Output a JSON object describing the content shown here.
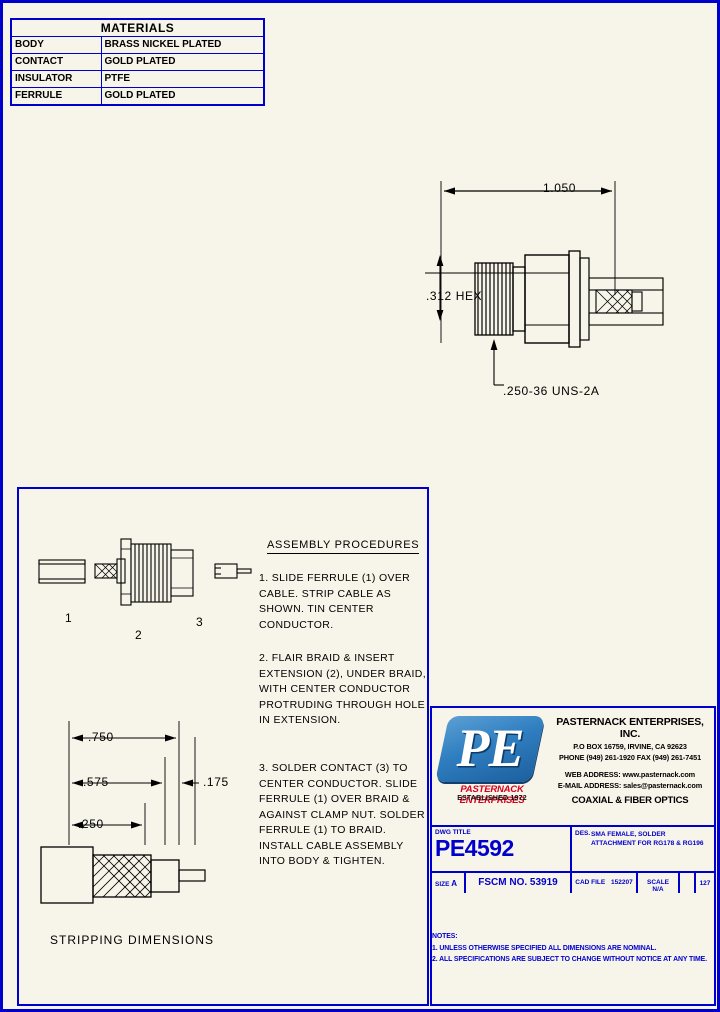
{
  "materials": {
    "title": "MATERIALS",
    "rows": [
      {
        "part": "BODY",
        "finish": "BRASS NICKEL PLATED"
      },
      {
        "part": "CONTACT",
        "finish": "GOLD PLATED"
      },
      {
        "part": "INSULATOR",
        "finish": "PTFE"
      },
      {
        "part": "FERRULE",
        "finish": "GOLD PLATED"
      }
    ]
  },
  "top_view": {
    "overall_length": "1.050",
    "hex_size": ".312 HEX",
    "thread": ".250-36 UNS-2A"
  },
  "exploded_view": {
    "item_1": "1",
    "item_2": "2",
    "item_3": "3"
  },
  "assembly": {
    "heading": "ASSEMBLY PROCEDURES",
    "step1": "1. SLIDE FERRULE (1) OVER CABLE. STRIP CABLE AS SHOWN. TIN CENTER CONDUCTOR.",
    "step2": "2. FLAIR BRAID & INSERT EXTENSION (2), UNDER BRAID, WITH CENTER CONDUCTOR PROTRUDING THROUGH HOLE IN EXTENSION.",
    "step3": "3. SOLDER CONTACT (3) TO CENTER CONDUCTOR. SLIDE FERRULE (1) OVER BRAID & AGAINST CLAMP NUT. SOLDER FERRULE (1) TO BRAID. INSTALL CABLE ASSEMBLY INTO BODY & TIGHTEN."
  },
  "stripping": {
    "caption": "STRIPPING DIMENSIONS",
    "dim_750": ".750",
    "dim_575": ".575",
    "dim_250": ".250",
    "dim_175": ".175"
  },
  "title_block": {
    "company": "PASTERNACK ENTERPRISES, INC.",
    "address": "P.O BOX 16759, IRVINE, CA 92623",
    "phone": "PHONE (949) 261-1920 FAX (949) 261-7451",
    "web": "WEB ADDRESS: www.pasternack.com",
    "email": "E-MAIL ADDRESS: sales@pasternack.com",
    "footer": "COAXIAL & FIBER OPTICS",
    "logo_text": "PE",
    "logo_name": "PASTERNACK ENTERPRISES",
    "logo_est": "ESTABLISHED 1972",
    "dwg_title_caption": "DWG TITLE",
    "dwg_number": "PE4592",
    "desc_caption": "DES.",
    "description": "SMA FEMALE, SOLDER ATTACHMENT FOR RG178 & RG196",
    "size_caption": "SIZE",
    "size_value": "A",
    "fscm": "FSCM NO.  53919",
    "cad_file_caption": "CAD FILE",
    "cad_file_value": "152207",
    "scale": "SCALE N/A",
    "sheet": "127"
  },
  "notes": {
    "heading": "NOTES:",
    "note1": "1. UNLESS OTHERWISE SPECIFIED ALL DIMENSIONS ARE NOMINAL.",
    "note2": "2. ALL SPECIFICATIONS ARE SUBJECT TO CHANGE WITHOUT NOTICE AT ANY TIME."
  },
  "colors": {
    "border_blue": "#0000cc",
    "paper": "#f7f4e9",
    "logo_red": "#d6001c",
    "logo_blue": "#2f7ec0"
  }
}
